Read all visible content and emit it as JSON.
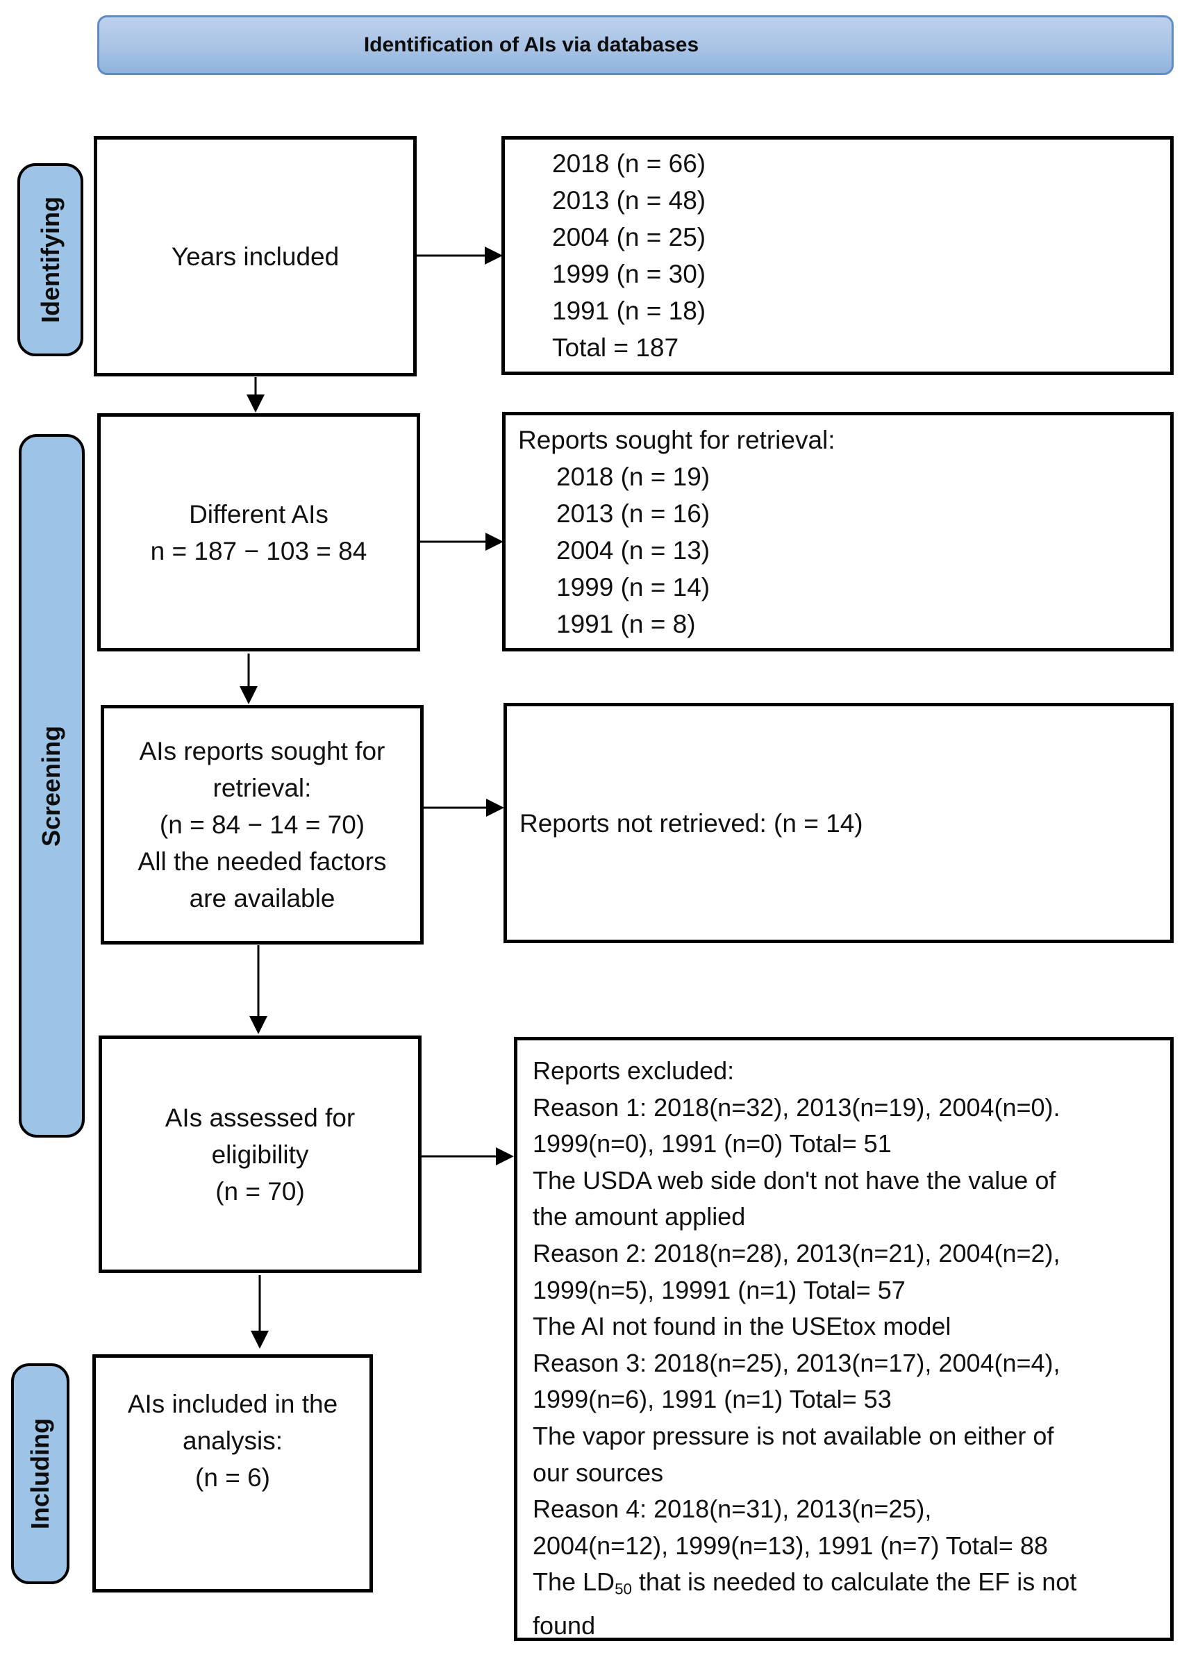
{
  "header": {
    "title": "Identification of AIs via databases"
  },
  "stages": {
    "identifying": "Identifying",
    "screening": "Screening",
    "including": "Including"
  },
  "boxes": {
    "years_included": {
      "title": "Years included"
    },
    "years_data": {
      "lines": [
        "2018 (n = 66)",
        "2013 (n = 48)",
        "2004 (n = 25)",
        "1999 (n = 30)",
        "1991 (n = 18)",
        "Total = 187"
      ]
    },
    "different_ais": {
      "line1": "Different AIs",
      "line2": "n = 187 − 103  = 84"
    },
    "reports_sought": {
      "heading": "Reports sought for retrieval:",
      "lines": [
        "2018 (n = 19)",
        "2013 (n = 16)",
        "2004 (n = 13)",
        "1999 (n = 14)",
        "1991 (n = 8)"
      ]
    },
    "ais_reports_sought": {
      "lines": [
        "AIs reports sought for",
        "retrieval:",
        "(n = 84 − 14 = 70)",
        "All the needed factors",
        "are available"
      ]
    },
    "reports_not_retrieved": {
      "text": "Reports not retrieved: (n = 14)"
    },
    "ais_assessed": {
      "lines": [
        "AIs assessed for",
        "eligibility",
        "(n = 70)"
      ]
    },
    "reports_excluded": {
      "lines": [
        "Reports excluded:",
        "Reason 1: 2018(n=32), 2013(n=19), 2004(n=0).",
        "1999(n=0), 1991 (n=0) Total= 51",
        "The USDA web side don't not have the value of",
        "the amount applied",
        "Reason 2: 2018(n=28), 2013(n=21), 2004(n=2),",
        "1999(n=5), 19991 (n=1) Total= 57",
        "The AI not found in the USEtox model",
        "Reason 3: 2018(n=25), 2013(n=17), 2004(n=4),",
        "1999(n=6), 1991 (n=1) Total= 53",
        "The vapor pressure is not available on either of",
        "our sources",
        "Reason 4: 2018(n=31), 2013(n=25),",
        "2004(n=12), 1999(n=13), 1991 (n=7) Total= 88"
      ],
      "ld_line": {
        "pre": "The LD",
        "sub": "50",
        "post": " that is needed to calculate the EF is not"
      },
      "last_line": "found"
    },
    "ais_included": {
      "lines": [
        "AIs included in the",
        "analysis:",
        "(n = 6)"
      ]
    }
  },
  "colors": {
    "bracket_fill": "#9DC3E6",
    "header_border": "#5E8CC4",
    "box_border": "#000000",
    "arrow": "#000000"
  }
}
